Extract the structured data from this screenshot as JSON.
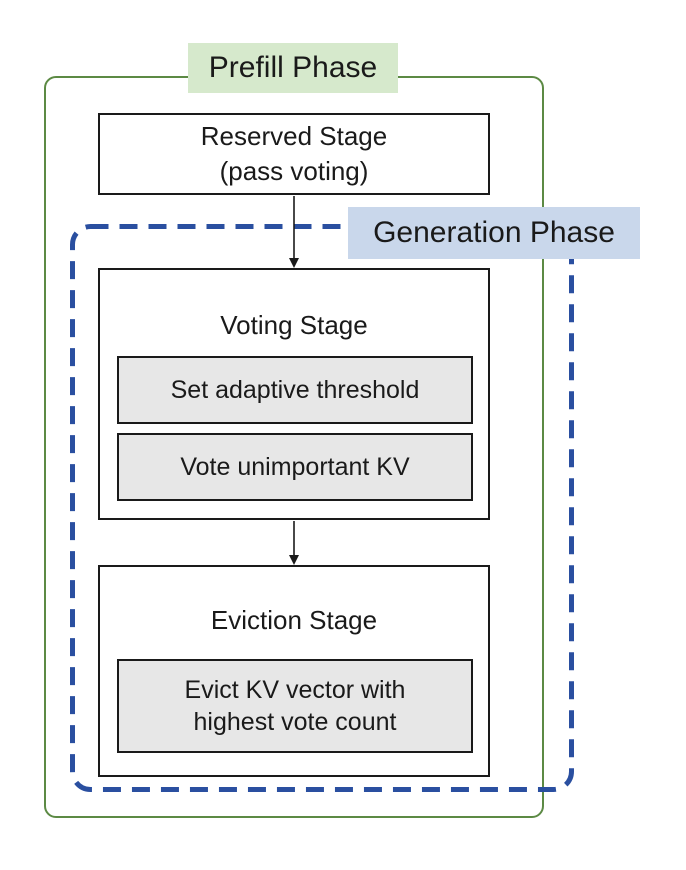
{
  "phases": {
    "prefill": {
      "label": "Prefill Phase",
      "border_color": "#5c8a44",
      "label_bg": "#d6e9cc"
    },
    "generation": {
      "label": "Generation Phase",
      "border_color": "#2a4fa0",
      "label_bg": "#c9d7eb"
    }
  },
  "stages": {
    "reserved": {
      "title": "Reserved Stage",
      "subtitle": "(pass voting)"
    },
    "voting": {
      "title": "Voting Stage",
      "steps": [
        "Set adaptive threshold",
        "Vote unimportant KV"
      ]
    },
    "eviction": {
      "title": "Eviction Stage",
      "steps": [
        "Evict KV vector with highest vote count"
      ]
    }
  }
}
